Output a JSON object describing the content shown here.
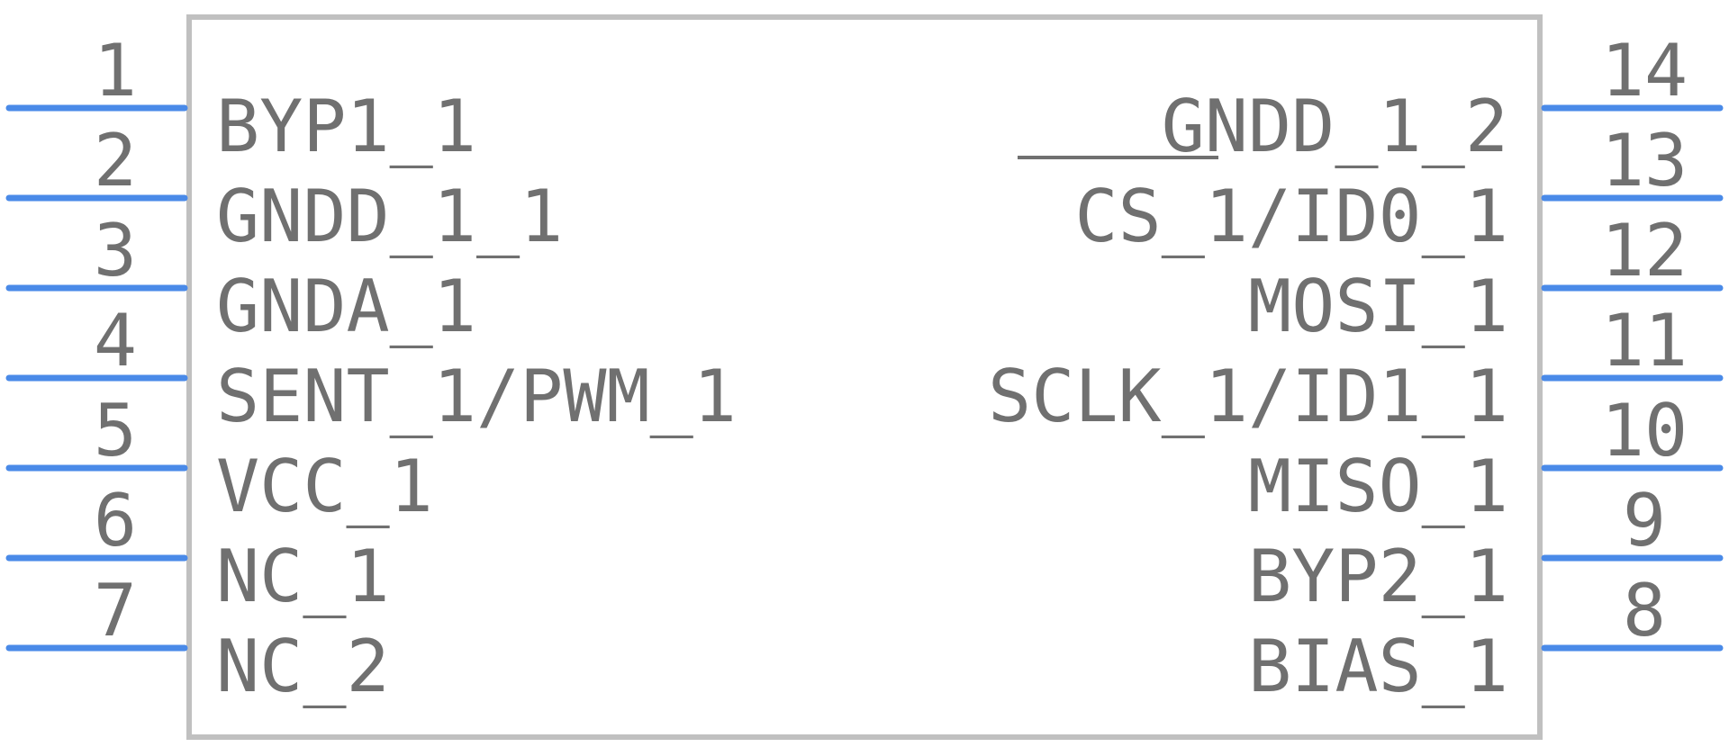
{
  "component": {
    "left_pins": [
      {
        "number": "1",
        "name": "BYP1_1"
      },
      {
        "number": "2",
        "name": "GNDD_1_1"
      },
      {
        "number": "3",
        "name": "GNDA_1"
      },
      {
        "number": "4",
        "name": "SENT_1/PWM_1"
      },
      {
        "number": "5",
        "name": "VCC_1"
      },
      {
        "number": "6",
        "name": "NC_1"
      },
      {
        "number": "7",
        "name": "NC_2"
      }
    ],
    "right_pins": [
      {
        "number": "14",
        "name": "GNDD_1_2"
      },
      {
        "number": "13",
        "name": "CS_1/ID0_1"
      },
      {
        "number": "12",
        "name": "MOSI_1"
      },
      {
        "number": "11",
        "name": "SCLK_1/ID1_1"
      },
      {
        "number": "10",
        "name": "MISO_1"
      },
      {
        "number": "9",
        "name": "BYP2_1"
      },
      {
        "number": "8",
        "name": "BIAS_1"
      }
    ]
  },
  "colors": {
    "pin": "#4a8ae8",
    "body_outline": "#c0c0c0",
    "text": "#707070"
  }
}
